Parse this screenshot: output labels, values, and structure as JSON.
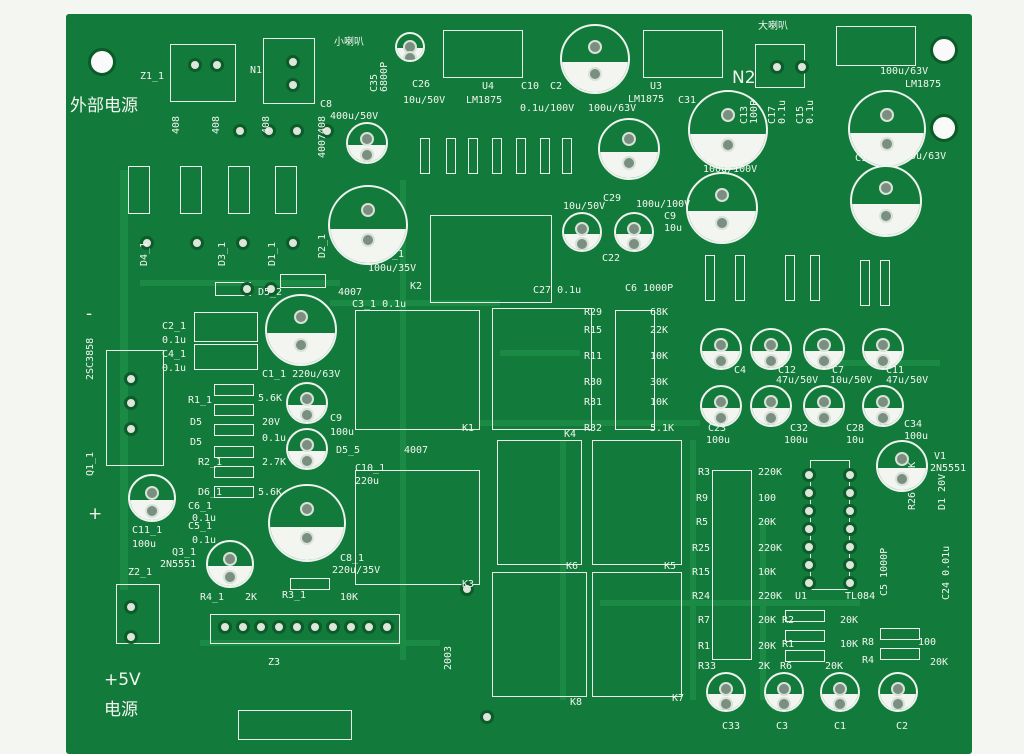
{
  "board_color": "#127a3a",
  "silkscreen_color": "#f2f6f0",
  "labels": [
    "Z1_1",
    "N1",
    "小喇叭",
    "C35",
    "6800P",
    "C26",
    "U4",
    "C10",
    "C2",
    "10u/50V",
    "LM1875",
    "0.1u/100V",
    "100u/63V",
    "U3",
    "LM1875",
    "C31",
    "大喇叭",
    "N2",
    "100u/63V",
    "LM1875",
    "外部电源",
    "C8",
    "400u/50V",
    "4007",
    "408",
    "408",
    "408",
    "408",
    "C19",
    "100u/63V",
    "100u/100V",
    "C29",
    "10u/50V",
    "100u/100V",
    "C9",
    "10u",
    "C7_1",
    "100u/35V",
    "D4_1",
    "D3_1",
    "D1_1",
    "D2_1",
    "K2",
    "C3_1 0.1u",
    "C27 0.1u",
    "C6 1000P",
    "C22",
    "D5_2",
    "4007",
    "2SC3858",
    "C2_1",
    "0.1u",
    "C4_1",
    "0.1u",
    "C1_1 220u/63V",
    "R1_1",
    "5.6K",
    "D5",
    "20V",
    "D5",
    "0.1u",
    "R2_1",
    "2.7K",
    "D6_1",
    "5.6K",
    "C6_1",
    "0.1u",
    "C5_1",
    "0.1u",
    "Q1_1",
    "C11_1",
    "100u",
    "Q3_1",
    "2N5551",
    "R4_1",
    "2K",
    "R3_1",
    "10K",
    "Z2_1",
    "Z3",
    "+5V",
    "电源",
    "C9",
    "100u",
    "D5_5",
    "4007",
    "C10_1",
    "220u",
    "C8_1",
    "220u/35V",
    "K1",
    "K4",
    "K6",
    "K5",
    "K3",
    "K8",
    "K7",
    "R29",
    "68K",
    "R15",
    "22K",
    "R11",
    "10K",
    "R30",
    "30K",
    "R31",
    "10K",
    "R32",
    "5.1K",
    "R3",
    "220K",
    "R9",
    "100",
    "R5",
    "20K",
    "R25",
    "220K",
    "R15",
    "10K",
    "R24",
    "220K",
    "R7",
    "20K",
    "R1",
    "20K",
    "R33",
    "2K",
    "U1",
    "TL084",
    "R2",
    "20K",
    "R1",
    "10K",
    "R6",
    "20K",
    "R8",
    "100",
    "R4",
    "20K",
    "C33",
    "C3",
    "C1",
    "C2",
    "C4",
    "C12",
    "47u/50V",
    "C7",
    "10u/50V",
    "C11",
    "47u/50V",
    "C23",
    "100u",
    "C32",
    "100u",
    "C28",
    "10u",
    "C34",
    "100u",
    "V1",
    "2N5551",
    "R26 2.7K",
    "D1 20V",
    "C5 1000P",
    "C24 0.01u",
    "2003",
    "C13",
    "100P",
    "C17",
    "0.1u",
    "C15",
    "0.1u",
    "-",
    "+"
  ]
}
